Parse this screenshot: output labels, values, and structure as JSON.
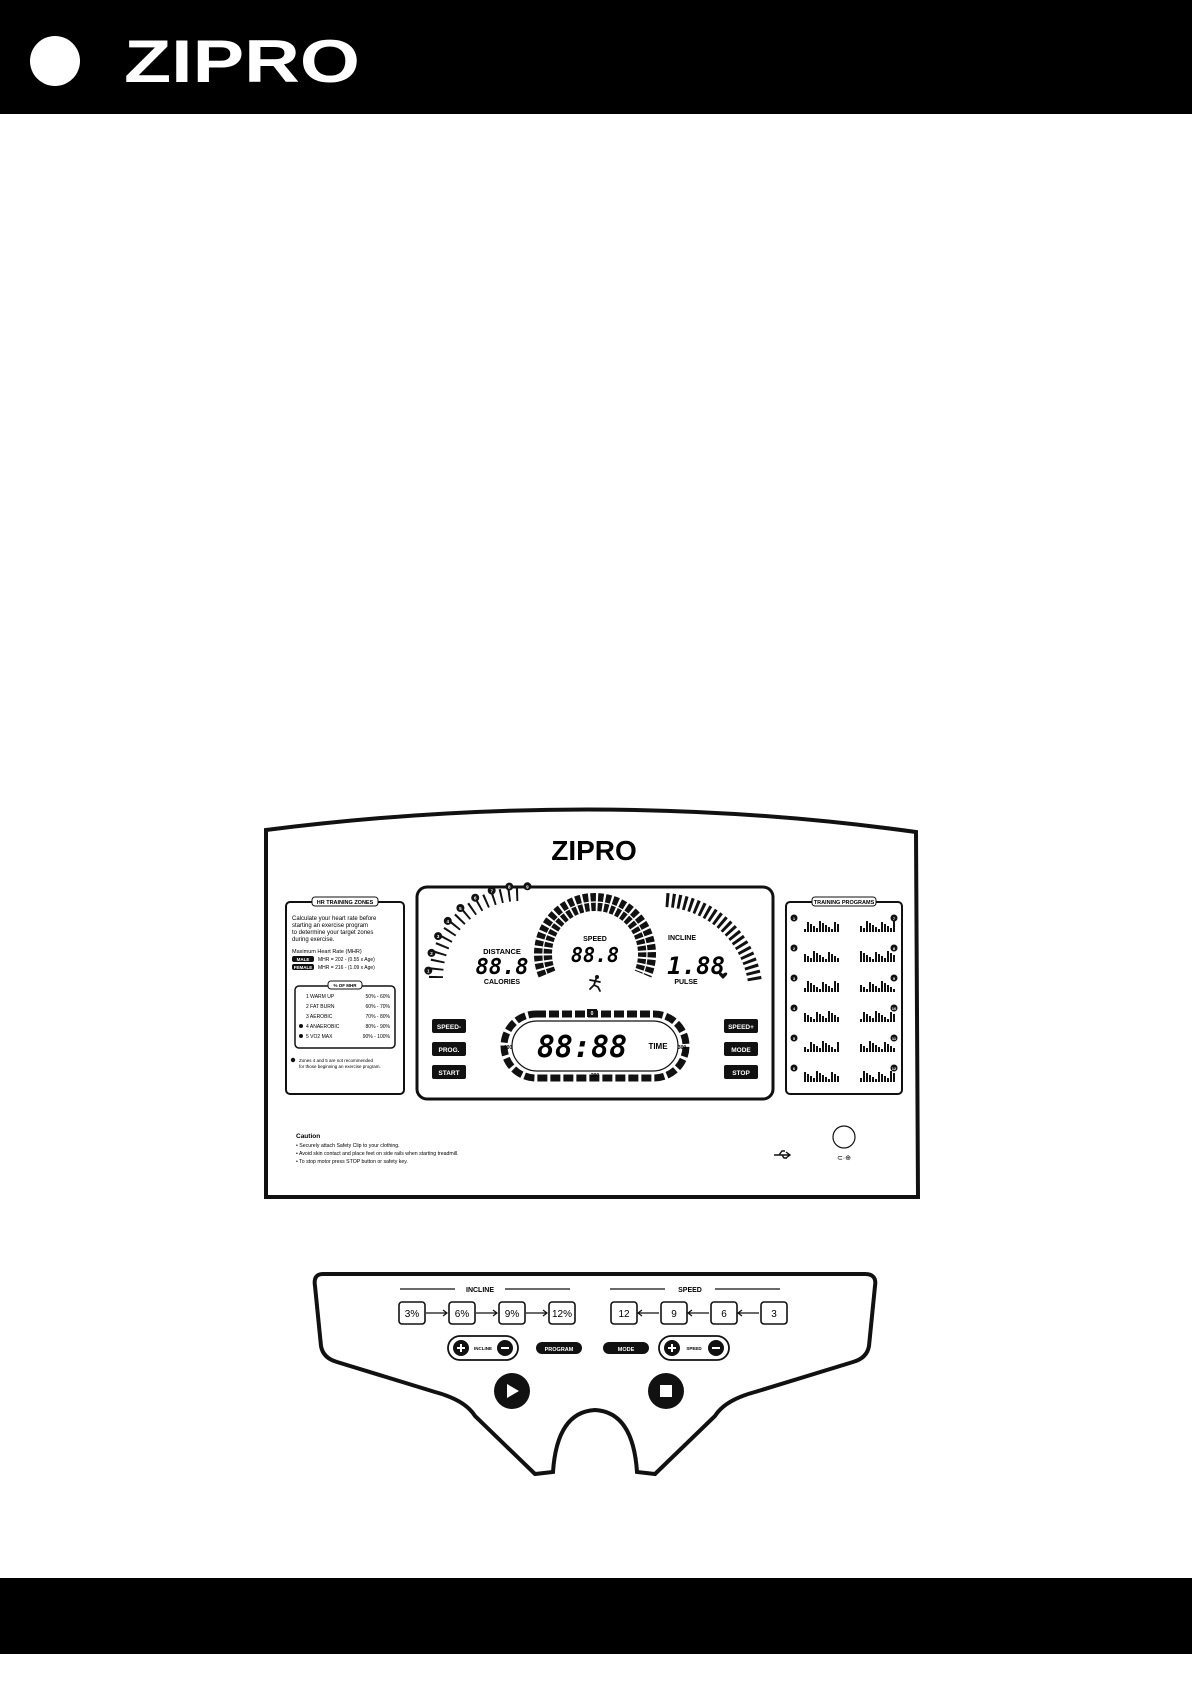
{
  "header": {
    "brand": "ZIPRO"
  },
  "console": {
    "brand": "ZIPRO",
    "hr_panel": {
      "title": "HR TRAINING ZONES",
      "intro": [
        "Calculate your heart rate before",
        "starting an exercise program",
        "to determine your target zones",
        "during exercise."
      ],
      "mhr_title": "Maximum Heart Rate (MHR)",
      "formulas": [
        {
          "tag": "MALE",
          "text": "MHR = 202 - (0.55 x Age)"
        },
        {
          "tag": "FEMALE",
          "text": "MHR = 216 - (1.09 x Age)"
        }
      ],
      "table_title": "% OF MHR",
      "zones": [
        {
          "name": "1 WARM UP",
          "range": "50% - 60%",
          "marked": false
        },
        {
          "name": "2 FAT BURN",
          "range": "60% - 70%",
          "marked": false
        },
        {
          "name": "3 AEROBIC",
          "range": "70% - 80%",
          "marked": false
        },
        {
          "name": "4 ANAEROBIC",
          "range": "80% - 90%",
          "marked": true
        },
        {
          "name": "5 VO2 MAX",
          "range": "90% - 100%",
          "marked": true
        }
      ],
      "note": [
        "Zones 4 and 5 are not recommended",
        "for those beginning an exercise program."
      ]
    },
    "display": {
      "distance_label": "DISTANCE",
      "distance_value": "88.8",
      "calories_label": "CALORIES",
      "speed_label": "SPEED",
      "speed_value": "88.8",
      "incline_label": "INCLINE",
      "pulse_value": "1.88",
      "pulse_label": "PULSE",
      "time_value": "88:88",
      "time_label": "TIME",
      "track_marks": {
        "top": "0",
        "left": "100",
        "right": "300",
        "bottom": "200"
      },
      "scale_numbers": [
        "1",
        "2",
        "3",
        "4",
        "5",
        "6",
        "7",
        "8",
        "9"
      ]
    },
    "buttons_left": [
      "SPEED-",
      "PROG.",
      "START"
    ],
    "buttons_right": [
      "SPEED+",
      "MODE",
      "STOP"
    ],
    "programs_panel": {
      "title": "TRAINING PROGRAMS",
      "numbers": [
        "1",
        "2",
        "3",
        "4",
        "5",
        "6",
        "7",
        "8",
        "9",
        "10",
        "11",
        "12"
      ]
    },
    "caution": {
      "title": "Caution",
      "lines": [
        "• Securely attach Safety Clip to your clothing.",
        "• Avoid skin contact and place feet on side rails when starting treadmill.",
        "• To stop motor press STOP button or safety key."
      ]
    }
  },
  "keypad": {
    "incline_title": "INCLINE",
    "speed_title": "SPEED",
    "incline_presets": [
      "3%",
      "6%",
      "9%",
      "12%"
    ],
    "speed_presets": [
      "12",
      "9",
      "6",
      "3"
    ],
    "incline_control_label": "INCLINE",
    "program_label": "PROGRAM",
    "mode_label": "MODE",
    "speed_control_label": "SPEED"
  },
  "icons": {
    "play": "play-icon",
    "stop": "stop-icon",
    "usb": "usb-icon",
    "runner": "runner-icon",
    "heart": "heart-icon",
    "power": "power-socket-icon"
  }
}
